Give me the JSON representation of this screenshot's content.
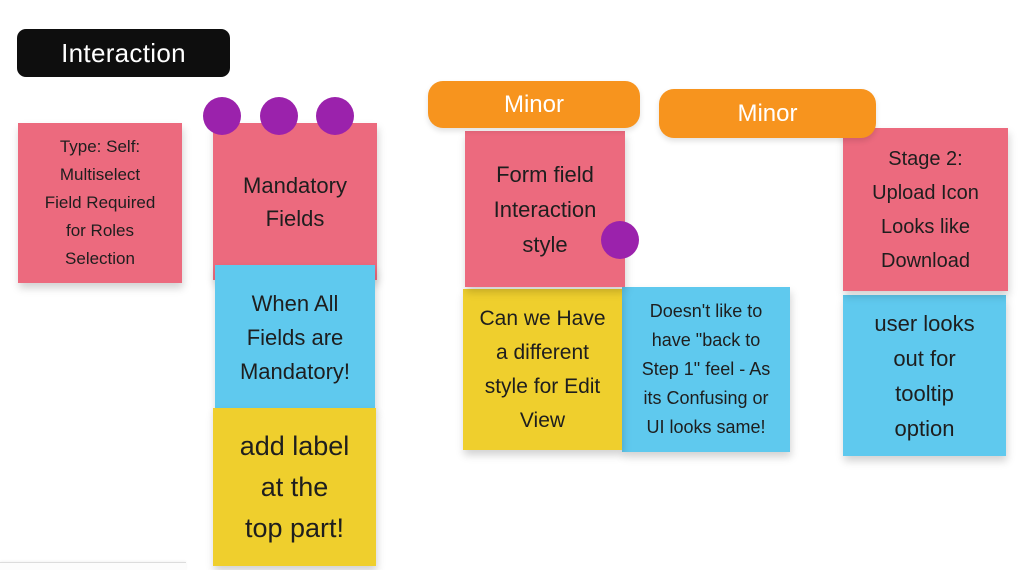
{
  "labels": {
    "interaction": "Interaction",
    "minor_1": "Minor",
    "minor_2": "Minor"
  },
  "notes": {
    "type_self": {
      "text": "Type: Self:\nMultiselect\nField Required\nfor Roles\nSelection"
    },
    "mandatory_fields": {
      "text": "Mandatory\nFields"
    },
    "when_all": {
      "text": "When All\nFields are\nMandatory!"
    },
    "add_label": {
      "text": "add label\nat the\ntop part!"
    },
    "form_field": {
      "text": "Form field\nInteraction\nstyle"
    },
    "can_we": {
      "text": "Can we Have\na different\nstyle for Edit\nView"
    },
    "doesnt_like": {
      "text": "Doesn't like to\nhave \"back to\nStep 1\" feel - As\nits Confusing or\nUI looks same!"
    },
    "stage_2": {
      "text": "Stage 2:\nUpload Icon\nLooks like\nDownload"
    },
    "tooltip": {
      "text": "user looks\nout for\ntooltip\noption"
    }
  },
  "colors": {
    "note_pink": "#EC6A7E",
    "note_blue": "#5FC9EE",
    "note_yellow": "#EFCF2D",
    "tag_orange": "#F7941E",
    "dot_purple": "#9B22AC",
    "label_black": "#0E0E0E"
  }
}
